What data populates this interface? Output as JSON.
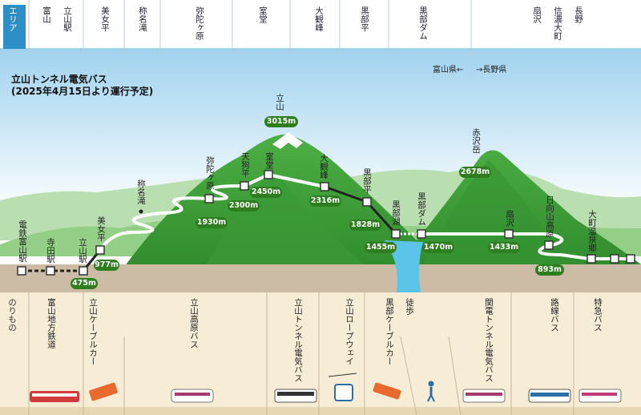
{
  "header": {
    "area_label": "エリア",
    "areas": [
      "富山",
      "立山駅",
      "美女平",
      "称名滝",
      "弥陀ヶ原",
      "室堂",
      "大観峰",
      "黒部平",
      "黒部ダム",
      "扇沢",
      "信濃大町",
      "長野"
    ]
  },
  "title": {
    "line1": "立山トンネル電気バス",
    "line2": "(2025年4月15日より運行予定)"
  },
  "prefecture": {
    "toyama": "富山県←",
    "nagano": "→長野県"
  },
  "stations": [
    {
      "name": "電鉄富山駅"
    },
    {
      "name": "寺田駅"
    },
    {
      "name": "立山駅",
      "elevation": "475m"
    },
    {
      "name": "美女平",
      "elevation": "977m"
    },
    {
      "name": "称名滝"
    },
    {
      "name": "弥陀ヶ原",
      "elevation": "1930m"
    },
    {
      "name": "天狗平",
      "elevation": "2300m"
    },
    {
      "name": "室堂",
      "elevation": "2450m"
    },
    {
      "name": "大観峰",
      "elevation": "2316m"
    },
    {
      "name": "黒部平",
      "elevation": "1828m"
    },
    {
      "name": "黒部湖",
      "elevation": "1455m"
    },
    {
      "name": "黒部ダム",
      "elevation": "1470m"
    },
    {
      "name": "扇沢",
      "elevation": "1433m"
    },
    {
      "name": "日向山高原",
      "elevation": "893m"
    },
    {
      "name": "大町温泉郷"
    }
  ],
  "peaks": [
    {
      "name": "立山",
      "elevation": "3015m"
    },
    {
      "name": "赤沢岳",
      "elevation": "2678m"
    }
  ],
  "legend_label": "のりもの",
  "transports": [
    "富山地方鉄道",
    "立山ケーブルカー",
    "立山高原バス",
    "立山トンネル電気バス",
    "立山ロープウェイ",
    "黒部ケーブルカー",
    "徒歩",
    "関電トンネル電気バス",
    "路線バス",
    "特急バス"
  ],
  "colors": {
    "area_header": "#2e8fc7",
    "sky": "#a9d8f0",
    "mountain": "#3f9b3a",
    "elevation_badge": "#2e7d1e",
    "lake": "#5cc4e8",
    "transport_bg": "#f7ecd6"
  }
}
